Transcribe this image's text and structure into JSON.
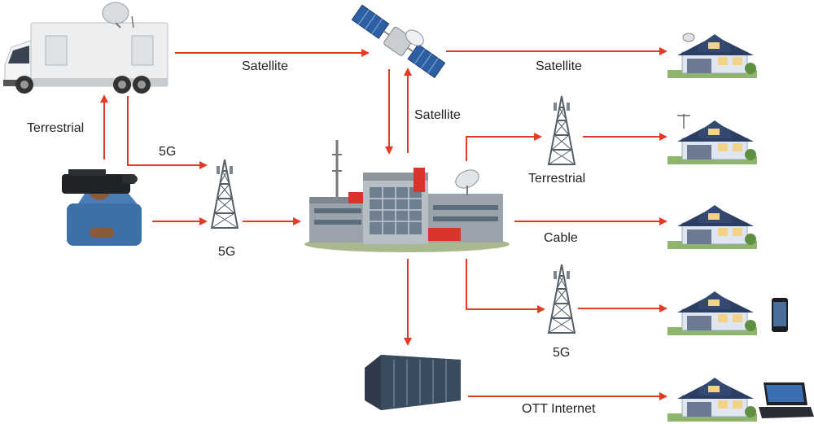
{
  "labels": {
    "sat_top_left": "Satellite",
    "sat_top_right": "Satellite",
    "sat_vertical": "Satellite",
    "terrestrial_left": "Terrestrial",
    "fiveg_upper": "5G",
    "fiveg_tower": "5G",
    "terrestrial_right": "Terrestrial",
    "cable": "Cable",
    "fiveg_right": "5G",
    "ott": "OTT Internet"
  },
  "colors": {
    "arrow": "#e23b24",
    "house_roof": "#2c3e63",
    "house_wall": "#dfe6f0",
    "tower": "#555e66",
    "truck": "#eceef0",
    "building": "#9aa3ab",
    "brand": "#d9342b"
  },
  "icons": [
    "ob-truck-icon",
    "satellite-icon",
    "camera-operator-icon",
    "cell-tower-icon",
    "broadcast-center-icon",
    "data-center-icon",
    "house-icon",
    "smartphone-icon",
    "laptop-icon",
    "satellite-dish-icon"
  ]
}
